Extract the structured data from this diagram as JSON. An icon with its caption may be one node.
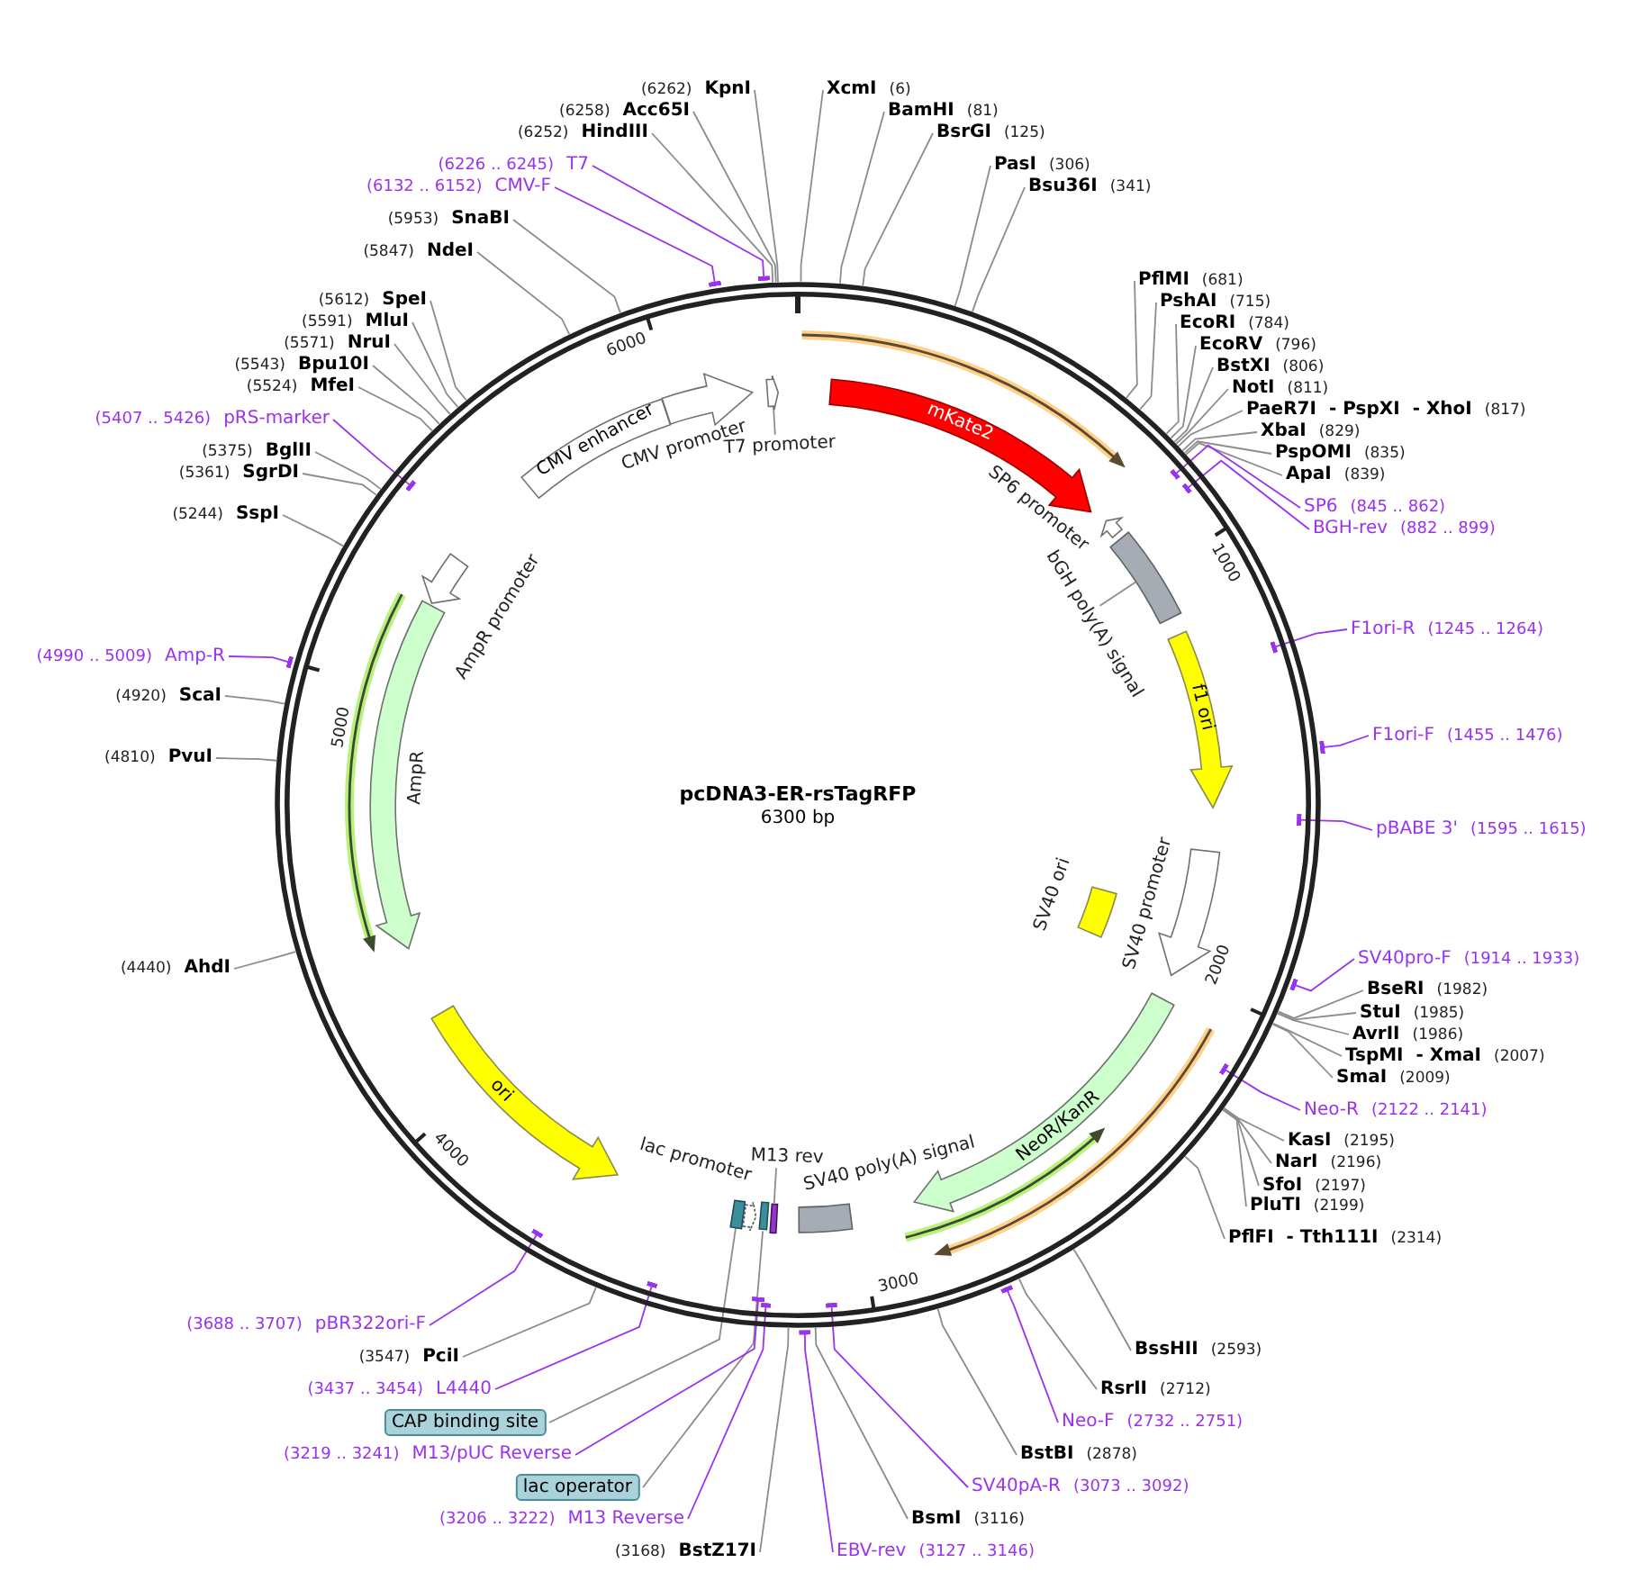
{
  "diagram": {
    "title": "pcDNA3-ER-rsTagRFP",
    "nodes": [
      {
        "text": [
          "CMV enhancer"
        ]
      },
      {
        "text": [],
        "shape": "arrow",
        "beside": [
          "CMV promoter"
        ]
      },
      {
        "text": [],
        "shape": "arrow"
      },
      {
        "text": [
          "T7 promoter"
        ]
      },
      {
        "text": [
          "mKate2"
        ]
      },
      {
        "text": [],
        "shape": "arrow"
      },
      {
        "text": [],
        "shape": "box"
      },
      {
        "text": [
          "bGH poly(A) signal"
        ]
      },
      {
        "text": [
          "f1 ori"
        ]
      },
      {
        "text": [],
        "shape": "arrow",
        "beside": [
          "SV40 promoter"
        ]
      },
      {
        "text": [],
        "shape": "box",
        "beside": [
          "SV40 ori"
        ]
      },
      {
        "text": [
          "NeoR/KanR"
        ]
      },
      {
        "text": [],
        "shape": "box"
      },
      {
        "text": [],
        "shape": "box"
      },
      {
        "text": [
          "M13 rev"
        ]
      },
      {
        "text": [],
        "shape": "box"
      },
      {
        "text": [],
        "shape": "arrow"
      },
      {
        "text": [],
        "shape": "box"
      },
      {
        "text": [
          "ori"
        ]
      },
      {
        "text": [],
        "shape": "arrow",
        "beside": [
          "AmpR"
        ]
      },
      {
        "text": [],
        "shape": "arrow",
        "beside": [
          "AmpR promoter"
        ]
      },
      {
        "text": [
          "XcmI",
          "(6)"
        ]
      },
      {
        "text": [
          "BamHI",
          "(81)"
        ]
      },
      {
        "text": [
          "BsrGI",
          "(125)"
        ]
      },
      {
        "text": [
          "PasI",
          "(306)"
        ]
      },
      {
        "text": [
          "Bsu36I",
          "(341)"
        ]
      },
      {
        "text": [
          "PflMI",
          "(681)"
        ]
      },
      {
        "text": [
          "PshAI",
          "(715)"
        ]
      },
      {
        "text": [
          "EcoRI",
          "(784)"
        ]
      },
      {
        "text": [
          "EcoRV",
          "(796)"
        ]
      },
      {
        "text": [
          "BstXI",
          "(806)"
        ]
      },
      {
        "text": [
          "NotI",
          "(811)"
        ]
      },
      {
        "text": [
          "PaeR7I",
          "- PspXI",
          "- XhoI",
          "(817)"
        ]
      },
      {
        "text": [
          "XbaI",
          "(829)"
        ]
      },
      {
        "text": [
          "PspOMI",
          "(835)"
        ]
      },
      {
        "text": [
          "ApaI",
          "(839)"
        ]
      },
      {
        "text": [
          "SP6",
          "(845 .. 862)"
        ]
      },
      {
        "text": [
          "BGH-rev",
          "(882 .. 899)"
        ]
      },
      {
        "text": [
          "F1ori-R",
          "(1245 .. 1264)"
        ]
      },
      {
        "text": [
          "F1ori-F",
          "(1455 .. 1476)"
        ]
      },
      {
        "text": [
          "pBABE 3'",
          "(1595 .. 1615)"
        ]
      },
      {
        "text": [
          "SV40pro-F",
          "(1914 .. 1933)"
        ]
      },
      {
        "text": [
          "BseRI",
          "(1982)"
        ]
      },
      {
        "text": [
          "StuI",
          "(1985)"
        ]
      },
      {
        "text": [
          "AvrII",
          "(1986)"
        ]
      },
      {
        "text": [
          "TspMI",
          "- XmaI",
          "(2007)"
        ]
      },
      {
        "text": [
          "SmaI",
          "(2009)"
        ]
      },
      {
        "text": [
          "Neo-R",
          "(2122 .. 2141)"
        ]
      },
      {
        "text": [
          "KasI",
          "(2195)"
        ]
      },
      {
        "text": [
          "NarI",
          "(2196)"
        ]
      },
      {
        "text": [
          "SfoI",
          "(2197)"
        ]
      },
      {
        "text": [
          "PluTI",
          "(2199)"
        ]
      },
      {
        "text": [
          "PflFI",
          "- Tth111I",
          "(2314)"
        ]
      },
      {
        "text": [
          "BssHII",
          "(2593)"
        ]
      },
      {
        "text": [
          "RsrII",
          "(2712)"
        ]
      },
      {
        "text": [
          "Neo-F",
          "(2732 .. 2751)"
        ]
      },
      {
        "text": [
          "BstBI",
          "(2878)"
        ]
      },
      {
        "text": [
          "SV40pA-R",
          "(3073 .. 3092)"
        ]
      },
      {
        "text": [
          "BsmI",
          "(3116)"
        ]
      },
      {
        "text": [
          "EBV-rev",
          "(3127 .. 3146)"
        ]
      },
      {
        "text": [
          "(3168)",
          "BstZ17I"
        ]
      },
      {
        "text": [
          "(3206 .. 3222)",
          "M13 Reverse"
        ]
      },
      {
        "text": [
          "lac operator"
        ]
      },
      {
        "text": [
          "(3219 .. 3241)",
          "M13/pUC Reverse"
        ]
      },
      {
        "text": [
          "CAP binding site"
        ]
      },
      {
        "text": [
          "(3437 .. 3454)",
          "L4440"
        ]
      },
      {
        "text": [
          "(3547)",
          "PciI"
        ]
      },
      {
        "text": [
          "(3688 .. 3707)",
          "pBR322ori-F"
        ]
      },
      {
        "text": [
          "(4440)",
          "AhdI"
        ]
      },
      {
        "text": [
          "(4810)",
          "PvuI"
        ]
      },
      {
        "text": [
          "(4920)",
          "ScaI"
        ]
      },
      {
        "text": [
          "(4990 .. 5009)",
          "Amp-R"
        ]
      },
      {
        "text": [
          "(5244)",
          "SspI"
        ]
      },
      {
        "text": [
          "(5361)",
          "SgrDI"
        ]
      },
      {
        "text": [
          "(5375)",
          "BglII"
        ]
      },
      {
        "text": [
          "(5407 .. 5426)",
          "pRS-marker"
        ]
      },
      {
        "text": [
          "(5524)",
          "MfeI"
        ]
      },
      {
        "text": [
          "(5543)",
          "Bpu10I"
        ]
      },
      {
        "text": [
          "(5571)",
          "NruI"
        ]
      },
      {
        "text": [
          "(5591)",
          "MluI"
        ]
      },
      {
        "text": [
          "(5612)",
          "SpeI"
        ]
      },
      {
        "text": [
          "(5847)",
          "NdeI"
        ]
      },
      {
        "text": [
          "(5953)",
          "SnaBI"
        ]
      },
      {
        "text": [
          "(6132 .. 6152)",
          "CMV-F"
        ]
      },
      {
        "text": [
          "(6226 .. 6245)",
          "T7"
        ]
      },
      {
        "text": [
          "(6252)",
          "HindIII"
        ]
      },
      {
        "text": [
          "(6258)",
          "Acc65I"
        ]
      },
      {
        "text": [
          "(6262)",
          "KpnI"
        ]
      }
    ],
    "edges": [
      {
        "from": 21,
        "to": null,
        "arrow": "none"
      },
      {
        "from": 22,
        "to": null,
        "arrow": "none"
      },
      {
        "from": 23,
        "to": null,
        "arrow": "none"
      },
      {
        "from": 24,
        "to": null,
        "arrow": "none"
      },
      {
        "from": 25,
        "to": null,
        "arrow": "none"
      },
      {
        "from": 26,
        "to": null,
        "arrow": "none"
      },
      {
        "from": 27,
        "to": null,
        "arrow": "none"
      },
      {
        "from": 28,
        "to": null,
        "arrow": "none"
      },
      {
        "from": 29,
        "to": null,
        "arrow": "none"
      },
      {
        "from": 30,
        "to": null,
        "arrow": "none"
      },
      {
        "from": 31,
        "to": null,
        "arrow": "none"
      },
      {
        "from": 32,
        "to": null,
        "arrow": "none"
      },
      {
        "from": 33,
        "to": null,
        "arrow": "none"
      },
      {
        "from": 34,
        "to": null,
        "arrow": "none"
      },
      {
        "from": 35,
        "to": null,
        "arrow": "none"
      },
      {
        "from": 36,
        "to": null,
        "arrow": "other",
        "color": "#9933ee"
      },
      {
        "from": 37,
        "to": null,
        "arrow": "other",
        "color": "#9933ee"
      },
      {
        "from": 38,
        "to": null,
        "arrow": "other",
        "color": "#9933ee"
      },
      {
        "from": 39,
        "to": null,
        "arrow": "other",
        "color": "#9933ee"
      },
      {
        "from": 40,
        "to": null,
        "arrow": "other",
        "color": "#9933ee"
      },
      {
        "from": 41,
        "to": null,
        "arrow": "other",
        "color": "#9933ee"
      },
      {
        "from": 42,
        "to": null,
        "arrow": "none"
      },
      {
        "from": 43,
        "to": null,
        "arrow": "none"
      },
      {
        "from": 44,
        "to": null,
        "arrow": "none"
      },
      {
        "from": 45,
        "to": null,
        "arrow": "none"
      },
      {
        "from": 46,
        "to": null,
        "arrow": "none"
      },
      {
        "from": 47,
        "to": null,
        "arrow": "other",
        "color": "#9933ee"
      },
      {
        "from": 48,
        "to": null,
        "arrow": "none"
      },
      {
        "from": 49,
        "to": null,
        "arrow": "none"
      },
      {
        "from": 50,
        "to": null,
        "arrow": "none"
      },
      {
        "from": 51,
        "to": null,
        "arrow": "none"
      },
      {
        "from": 52,
        "to": null,
        "arrow": "none"
      },
      {
        "from": 53,
        "to": null,
        "arrow": "none"
      },
      {
        "from": 54,
        "to": null,
        "arrow": "none"
      },
      {
        "from": 55,
        "to": null,
        "arrow": "other",
        "color": "#9933ee"
      },
      {
        "from": 56,
        "to": null,
        "arrow": "none"
      },
      {
        "from": 57,
        "to": null,
        "arrow": "other",
        "color": "#9933ee"
      },
      {
        "from": 58,
        "to": null,
        "arrow": "none"
      },
      {
        "from": 59,
        "to": null,
        "arrow": "other",
        "color": "#9933ee"
      },
      {
        "from": 60,
        "to": null,
        "arrow": "none"
      },
      {
        "from": 61,
        "to": null,
        "arrow": "other",
        "color": "#9933ee"
      },
      {
        "from": 62,
        "to": 15,
        "arrow": "none"
      },
      {
        "from": 63,
        "to": null,
        "arrow": "other",
        "color": "#9933ee"
      },
      {
        "from": 64,
        "to": 17,
        "arrow": "none"
      },
      {
        "from": 65,
        "to": null,
        "arrow": "other",
        "color": "#9933ee"
      },
      {
        "from": 66,
        "to": null,
        "arrow": "none"
      },
      {
        "from": 67,
        "to": null,
        "arrow": "other",
        "color": "#9933ee"
      },
      {
        "from": 68,
        "to": null,
        "arrow": "none"
      },
      {
        "from": 69,
        "to": null,
        "arrow": "none"
      },
      {
        "from": 70,
        "to": null,
        "arrow": "none"
      },
      {
        "from": 71,
        "to": null,
        "arrow": "other",
        "color": "#9933ee"
      },
      {
        "from": 72,
        "to": null,
        "arrow": "none"
      },
      {
        "from": 73,
        "to": null,
        "arrow": "none"
      },
      {
        "from": 74,
        "to": null,
        "arrow": "none"
      },
      {
        "from": 75,
        "to": null,
        "arrow": "other",
        "color": "#9933ee"
      },
      {
        "from": 76,
        "to": null,
        "arrow": "none"
      },
      {
        "from": 77,
        "to": null,
        "arrow": "none"
      },
      {
        "from": 78,
        "to": null,
        "arrow": "none"
      },
      {
        "from": 79,
        "to": null,
        "arrow": "none"
      },
      {
        "from": 80,
        "to": null,
        "arrow": "none"
      },
      {
        "from": 81,
        "to": null,
        "arrow": "none"
      },
      {
        "from": 82,
        "to": null,
        "arrow": "none"
      },
      {
        "from": 83,
        "to": null,
        "arrow": "other",
        "color": "#9933ee"
      },
      {
        "from": 84,
        "to": null,
        "arrow": "other",
        "color": "#9933ee"
      },
      {
        "from": 85,
        "to": null,
        "arrow": "none"
      },
      {
        "from": 86,
        "to": null,
        "arrow": "none"
      },
      {
        "from": 87,
        "to": null,
        "arrow": "none"
      },
      {
        "from": 3,
        "to": 2,
        "arrow": "none"
      },
      {
        "from": 7,
        "to": 6,
        "arrow": "none"
      },
      {
        "from": 14,
        "to": 13,
        "arrow": "none"
      }
    ],
    "labels": [
      "6300 bp",
      "SP6 promoter",
      "SV40 poly(A) signal",
      "lac promoter",
      "1000",
      "2000",
      "3000",
      "4000",
      "5000",
      "6000"
    ]
  }
}
